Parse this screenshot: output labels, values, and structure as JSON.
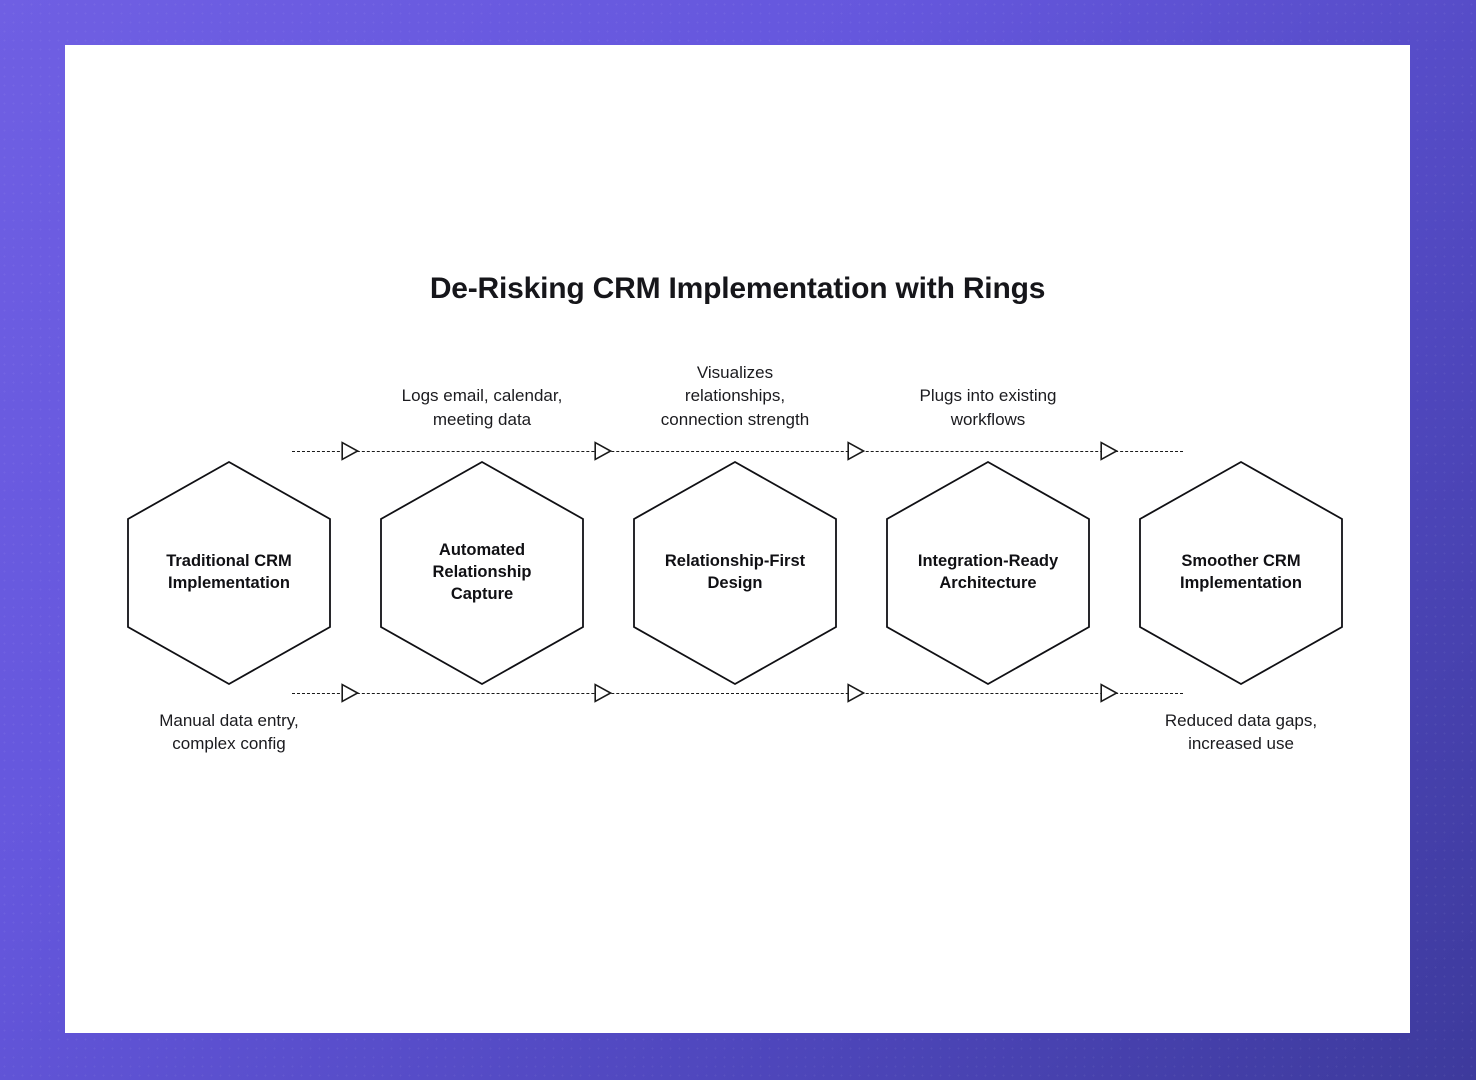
{
  "theme": {
    "background_gradient_from": "#6f5fe3",
    "background_gradient_to": "#3d3a9c",
    "card_background": "#ffffff",
    "ink": "#101014",
    "connector_color": "#1a1a1a"
  },
  "title": "De-Risking CRM Implementation with Rings",
  "diagram": {
    "type": "hexagon-process-flow",
    "orientation": "left-to-right",
    "node_shape": "hexagon-pointy-top",
    "connector_style": "dashed-line-with-hollow-triangle-arrowheads",
    "nodes": [
      {
        "label": "Traditional CRM\nImplementation",
        "caption_above": "",
        "caption_below": "Manual data entry,\ncomplex config"
      },
      {
        "label": "Automated\nRelationship\nCapture",
        "caption_above": "Logs email, calendar,\nmeeting data",
        "caption_below": ""
      },
      {
        "label": "Relationship-First\nDesign",
        "caption_above": "Visualizes\nrelationships,\nconnection strength",
        "caption_below": ""
      },
      {
        "label": "Integration-Ready\nArchitecture",
        "caption_above": "Plugs into existing\nworkflows",
        "caption_below": ""
      },
      {
        "label": "Smoother CRM\nImplementation",
        "caption_above": "",
        "caption_below": "Reduced data gaps,\nincreased use"
      }
    ],
    "arrow_count_top": 4,
    "arrow_count_bottom": 4
  }
}
